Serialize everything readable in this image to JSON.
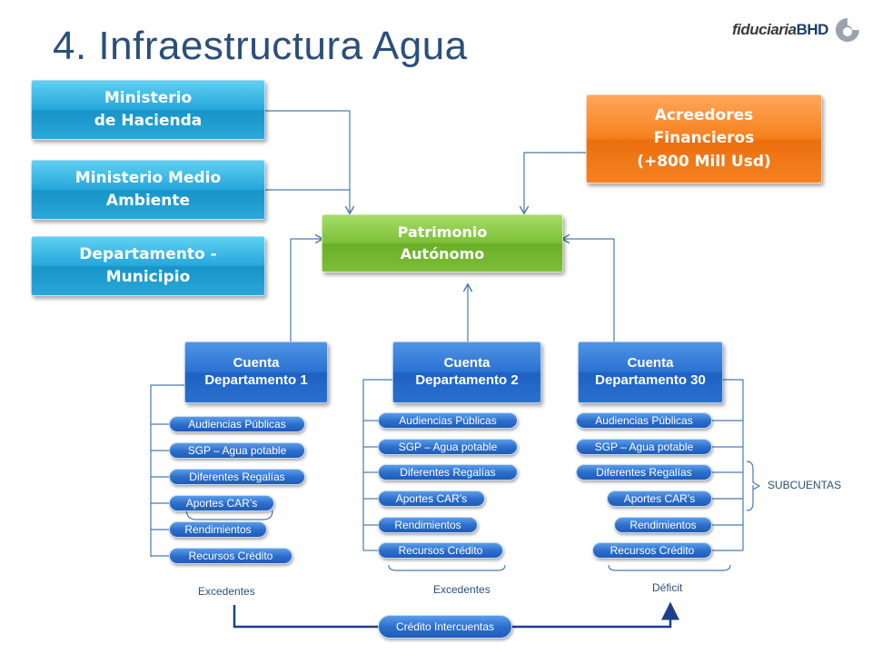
{
  "title": "4. Infraestructura Agua",
  "logo": {
    "part1": "fiduciaria",
    "part2": "BHD"
  },
  "sources": [
    {
      "line1": "Ministerio",
      "line2": "de Hacienda"
    },
    {
      "line1": "Ministerio Medio",
      "line2": "Ambiente"
    },
    {
      "line1": "Departamento -",
      "line2": "Municipio"
    }
  ],
  "creditors": {
    "line1": "Acreedores",
    "line2": "Financieros",
    "line3": "(+800 Mill Usd)"
  },
  "trust": {
    "line1": "Patrimonio",
    "line2": "Autónomo"
  },
  "accounts": [
    {
      "line1": "Cuenta",
      "line2": "Departamento 1"
    },
    {
      "line1": "Cuenta",
      "line2": "Departamento 2"
    },
    {
      "line1": "Cuenta",
      "line2": "Departamento 30"
    }
  ],
  "subaccounts": [
    "Audiencias Públicas",
    "SGP – Agua potable",
    "Diferentes Regalías",
    "Aportes CAR’s",
    "Rendimientos",
    "Recursos Crédito"
  ],
  "labels": {
    "subcuentas": "SUBCUENTAS",
    "excedentes_1": "Excedentes",
    "excedentes_2": "Excedentes",
    "deficit": "Déficit",
    "credito": "Crédito Intercuentas"
  },
  "colors": {
    "title": "#2b4f7a",
    "cyan": "#27a8dc",
    "orange": "#f7811f",
    "green": "#7ec03a",
    "blue": "#2c72d2",
    "line": "#4a7ab0",
    "credit_line": "#1f3f8a"
  }
}
